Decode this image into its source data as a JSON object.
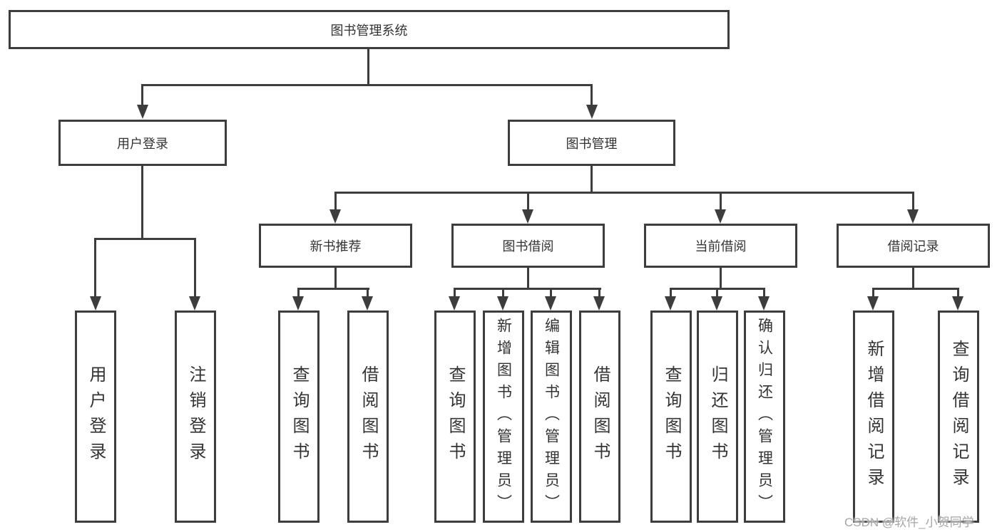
{
  "colors": {
    "line": "#3d3d3d",
    "text": "#333333",
    "watermark": "#a6a6a6",
    "background": "#ffffff"
  },
  "watermark": {
    "text": "CSDN @软件_小贺同学"
  },
  "tree": {
    "root": {
      "label": "图书管理系统",
      "children": [
        {
          "label": "用户登录",
          "children": [
            {
              "label": "用户登录"
            },
            {
              "label": "注销登录"
            }
          ]
        },
        {
          "label": "图书管理",
          "children": [
            {
              "label": "新书推荐",
              "children": [
                {
                  "label": "查询图书"
                },
                {
                  "label": "借阅图书"
                }
              ]
            },
            {
              "label": "图书借阅",
              "children": [
                {
                  "label": "查询图书"
                },
                {
                  "label": "新增图书（管理员）"
                },
                {
                  "label": "编辑图书（管理员）"
                },
                {
                  "label": "借阅图书"
                }
              ]
            },
            {
              "label": "当前借阅",
              "children": [
                {
                  "label": "查询图书"
                },
                {
                  "label": "归还图书"
                },
                {
                  "label": "确认归还（管理员）"
                }
              ]
            },
            {
              "label": "借阅记录",
              "children": [
                {
                  "label": "新增借阅记录"
                },
                {
                  "label": "查询借阅记录"
                }
              ]
            }
          ]
        }
      ]
    }
  }
}
